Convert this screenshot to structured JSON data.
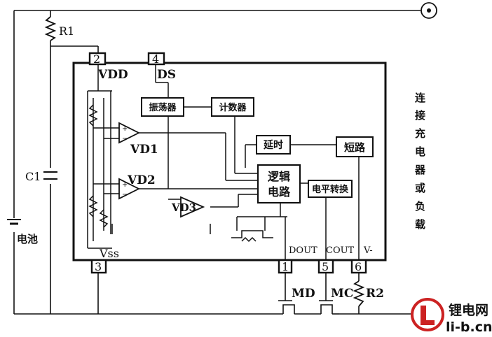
{
  "components": {
    "r1": "R1",
    "r2": "R2",
    "c1": "C1",
    "battery": "电池",
    "md": "MD",
    "mc": "MC"
  },
  "pins": {
    "p2": "2",
    "p4": "4",
    "p3": "3",
    "p1": "1",
    "p5": "5",
    "p6": "6",
    "vdd": "VDD",
    "ds": "DS",
    "vss": "Vss",
    "dout": "DOUT",
    "cout": "COUT",
    "vminus": "V-"
  },
  "blocks": {
    "oscillator": "振荡器",
    "counter": "计数器",
    "delay": "延时",
    "short": "短路",
    "logic_line1": "逻辑",
    "logic_line2": "电路",
    "level_shift": "电平转换"
  },
  "comparators": {
    "vd1": "VD1",
    "vd2": "VD2",
    "vd3": "VD3"
  },
  "side_label": [
    "连",
    "接",
    "充",
    "电",
    "器",
    "或",
    "负",
    "载"
  ],
  "watermark": {
    "cn": "锂电网",
    "en": "li-b.cn",
    "color": "#cc2222"
  }
}
